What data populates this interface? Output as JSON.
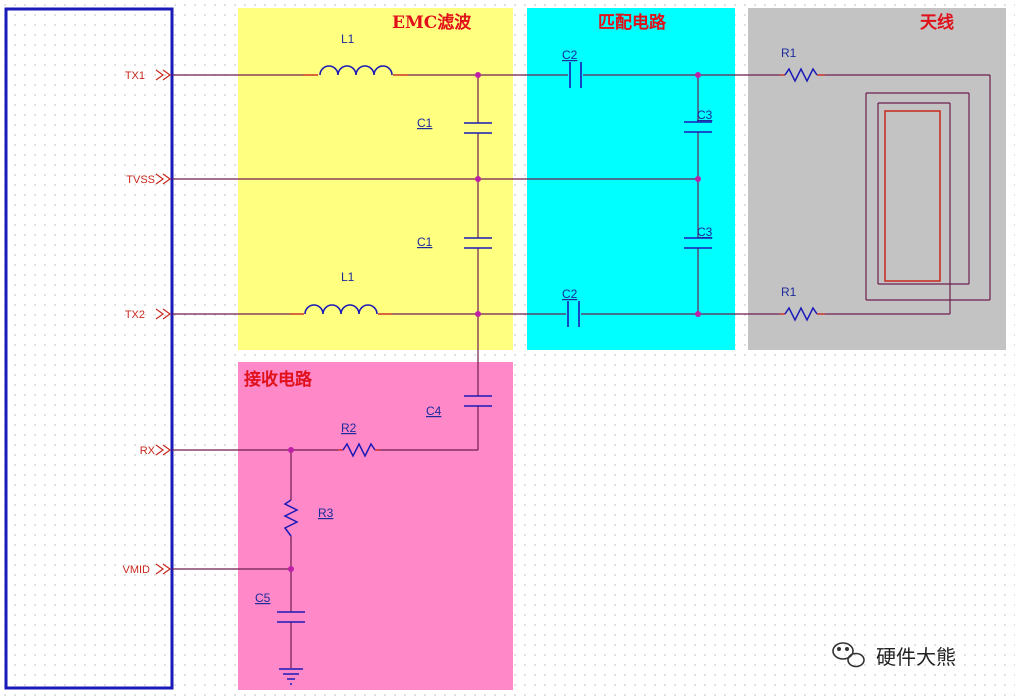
{
  "regions": {
    "emc": {
      "title": "EMC滤波",
      "color": "#ffff80"
    },
    "match": {
      "title": "匹配电路",
      "color": "#00ffff"
    },
    "antenna": {
      "title": "天线",
      "color": "#c3c3c3"
    },
    "receive": {
      "title": "接收电路",
      "color": "#ff88c8"
    }
  },
  "pins": [
    "TX1",
    "TVSS",
    "TX2",
    "RX",
    "VMID"
  ],
  "components": {
    "l1_top": "L1",
    "l1_bottom": "L1",
    "c1_top": "C1",
    "c1_bottom": "C1",
    "c2_top": "C2",
    "c2_bottom": "C2",
    "c3_top": "C3",
    "c3_bottom": "C3",
    "r1_top": "R1",
    "r1_bottom": "R1",
    "c4": "C4",
    "r2": "R2",
    "r3": "R3",
    "c5": "C5"
  },
  "watermark": "硬件大熊",
  "colors": {
    "wire": "#6d1e4e",
    "pin_text": "#c8281e",
    "comp_text": "#1c2a9c",
    "chip_border": "#1a1ab8",
    "junction": "#c020a8",
    "title": "#e0111a"
  }
}
